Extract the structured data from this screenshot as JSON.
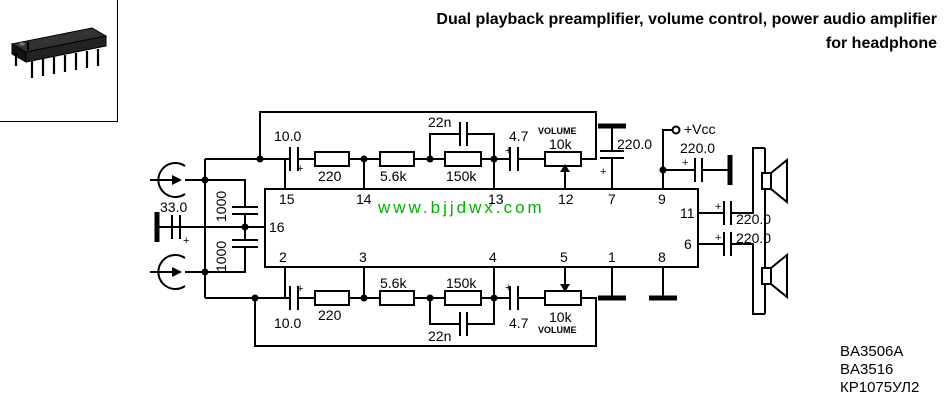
{
  "title": {
    "line1": "Dual playback preamplifier, volume control, power audio amplifier",
    "line2": "for headphone"
  },
  "watermark": "www.bjjdwx.com",
  "part_numbers": [
    "BA3506A",
    "BA3516",
    "КР1075УЛ2"
  ],
  "ic_pins": {
    "p15": "15",
    "p14": "14",
    "p13": "13",
    "p12": "12",
    "p7": "7",
    "p9": "9",
    "p11": "11",
    "p6": "6",
    "p16": "16",
    "p2": "2",
    "p3": "3",
    "p4": "4",
    "p5": "5",
    "p1": "1",
    "p8": "8"
  },
  "components": {
    "cap_in_top": "10.0",
    "cap_in_bottom": "10.0",
    "res_top_1": "220",
    "res_bottom_1": "220",
    "res_top_2": "5.6k",
    "res_bottom_2": "5.6k",
    "cap_fb_top": "22n",
    "cap_fb_bottom": "22n",
    "res_fb_top": "150k",
    "res_fb_bottom": "150k",
    "cap_vol_top": "4.7",
    "cap_vol_bottom": "4.7",
    "volume_label_top": "VOLUME",
    "volume_label_bottom": "VOLUME",
    "pot_top": "10k",
    "pot_bottom": "10k",
    "cap_pin7": "220.0",
    "vcc_label": "+Vcc",
    "cap_vcc": "220.0",
    "cap_out_1": "220.0",
    "cap_out_2": "220.0",
    "cap_bias": "33.0",
    "cap_filter_top": "1000",
    "cap_filter_bottom": "1000",
    "plus": "+"
  },
  "icons": [
    "dip-chip-icon",
    "input-jack-icon",
    "headphone-speaker-icon",
    "ground-icon"
  ]
}
